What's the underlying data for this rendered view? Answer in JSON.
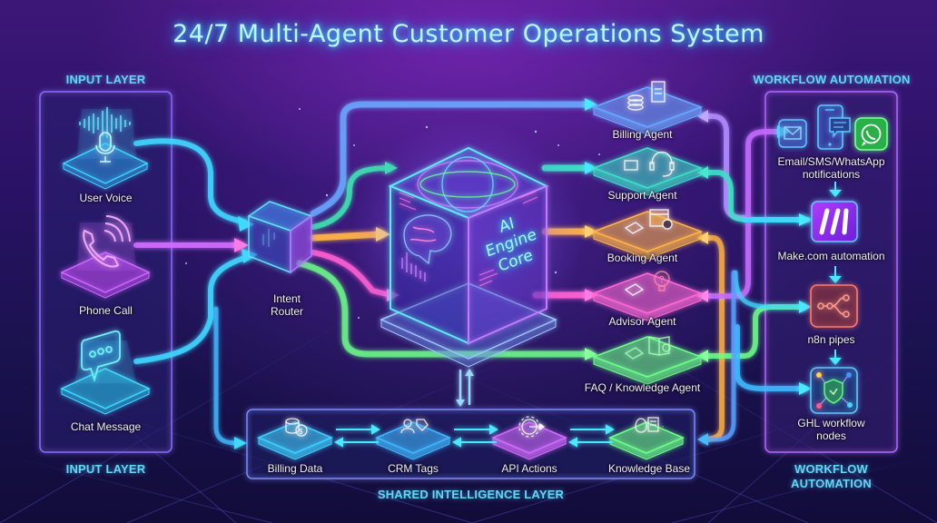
{
  "title": "24/7 Multi-Agent Customer Operations System",
  "input_layer": {
    "top_label": "INPUT LAYER",
    "bottom_label": "INPUT LAYER",
    "items": [
      {
        "label": "User Voice",
        "icon": "microphone-icon",
        "color": "#3fd8ff"
      },
      {
        "label": "Phone Call",
        "icon": "phone-icon",
        "color": "#d06bff"
      },
      {
        "label": "Chat Message",
        "icon": "chat-bubble-icon",
        "color": "#3fe0ff"
      }
    ]
  },
  "router": {
    "label_line1": "Intent",
    "label_line2": "Router"
  },
  "core": {
    "line1": "AI",
    "line2": "Engine",
    "line3": "Core"
  },
  "agents": [
    {
      "label": "Billing Agent",
      "icon": "coins-invoice-icon",
      "color": "#6aa8ff"
    },
    {
      "label": "Support Agent",
      "icon": "headset-chip-icon",
      "color": "#3ee0c8"
    },
    {
      "label": "Booking Agent",
      "icon": "calendar-check-icon",
      "color": "#ffb347"
    },
    {
      "label": "Advisor Agent",
      "icon": "lightbulb-question-icon",
      "color": "#ff6ad5"
    },
    {
      "label": "FAQ / Knowledge Agent",
      "icon": "book-search-icon",
      "color": "#6dff8a"
    }
  ],
  "shared_layer": {
    "label": "SHARED INTELLIGENCE LAYER",
    "items": [
      {
        "label": "Billing Data",
        "icon": "database-dollar-icon",
        "color": "#3fd0ff"
      },
      {
        "label": "CRM Tags",
        "icon": "user-tag-icon",
        "color": "#3fb8ff"
      },
      {
        "label": "API Actions",
        "icon": "gear-arrow-icon",
        "color": "#d26bff"
      },
      {
        "label": "Knowledge Base",
        "icon": "brain-book-icon",
        "color": "#6dff8a"
      }
    ]
  },
  "workflow": {
    "top_label": "WORKFLOW AUTOMATION",
    "bottom_label_line1": "WORKFLOW",
    "bottom_label_line2": "AUTOMATION",
    "items": [
      {
        "label_line1": "Email/SMS/WhatsApp",
        "label_line2": "notifications",
        "icon": "email-sms-whatsapp-icons"
      },
      {
        "label_line1": "Make.com automation",
        "label_line2": "",
        "icon": "make-logo-icon"
      },
      {
        "label_line1": "n8n pipes",
        "label_line2": "",
        "icon": "n8n-nodes-icon"
      },
      {
        "label_line1": "GHL workflow",
        "label_line2": "nodes",
        "icon": "shield-network-icon"
      }
    ]
  },
  "colors": {
    "cyan": "#3fd8ff",
    "blue": "#5aa0ff",
    "purple": "#c56bff",
    "magenta": "#ff5fd2",
    "orange": "#ffb347",
    "green": "#6dff8a",
    "teal": "#3ee0c8"
  }
}
